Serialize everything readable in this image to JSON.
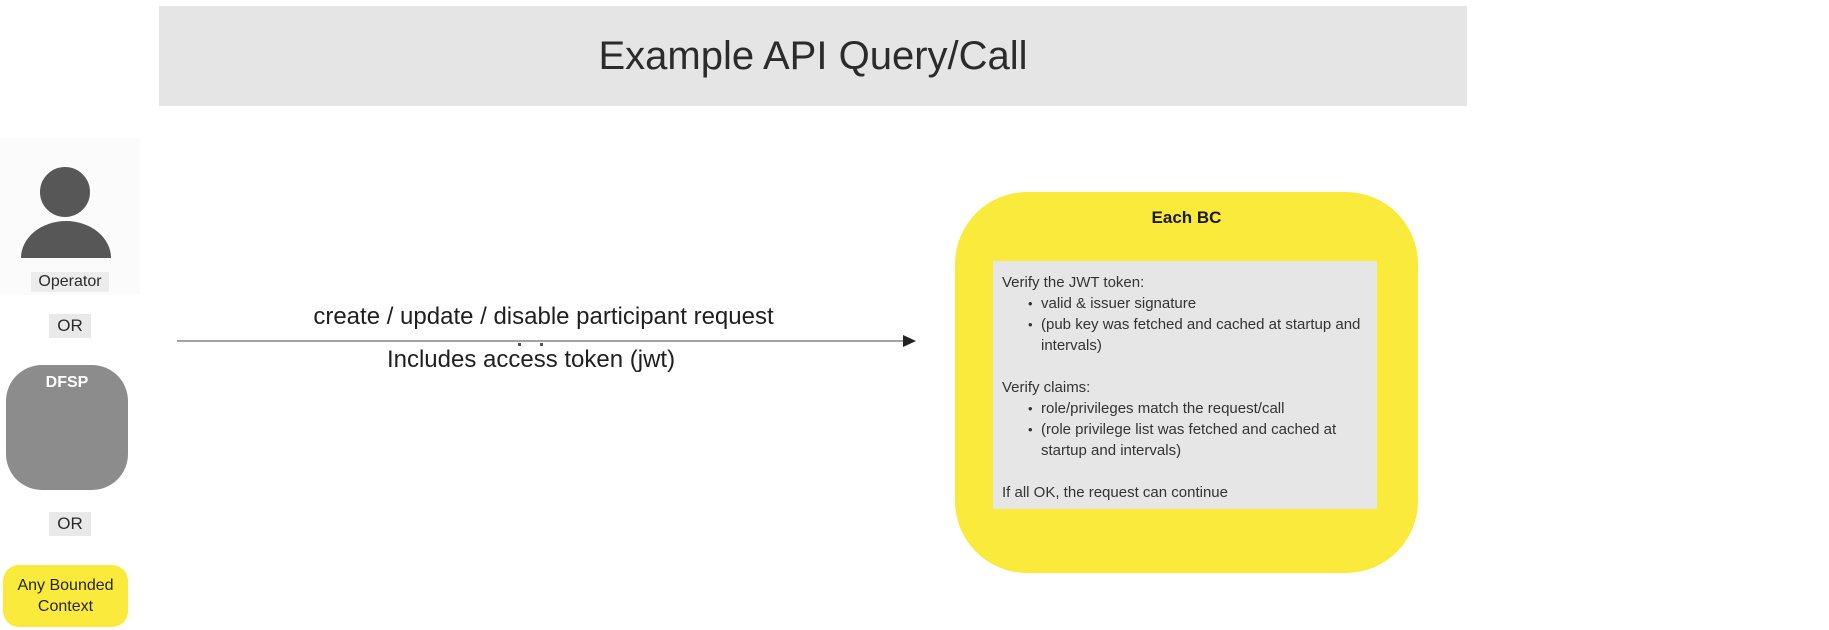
{
  "title": {
    "text": "Example API Query/Call"
  },
  "left_column": {
    "operator_label": "Operator",
    "or1": "OR",
    "dfsp_label": "DFSP",
    "or2": "OR",
    "any_bounded_context_label": "Any Bounded Context"
  },
  "arrow": {
    "label_line1": "create / update / disable participant request",
    "label_line2": "Includes access token (jwt)"
  },
  "each_bc": {
    "title": "Each BC",
    "note": {
      "section1_title": "Verify the JWT token:",
      "section1_bullets": [
        "valid & issuer signature",
        "(pub key was fetched and cached at startup and intervals)"
      ],
      "section2_title": "Verify claims:",
      "section2_bullets": [
        "role/privileges match the request/call",
        "(role privilege list was fetched and cached at startup and intervals)"
      ],
      "footer": "If all OK, the request can continue"
    }
  },
  "colors": {
    "banner_gray": "#e5e5e5",
    "note_gray": "#e6e6e6",
    "highlight_yellow": "#faea3c",
    "dfsp_gray": "#8c8c8c",
    "person_icon_gray": "#575757",
    "arrow_line_gray": "#a3a3a3",
    "text_dark": "#1f1f1f"
  }
}
